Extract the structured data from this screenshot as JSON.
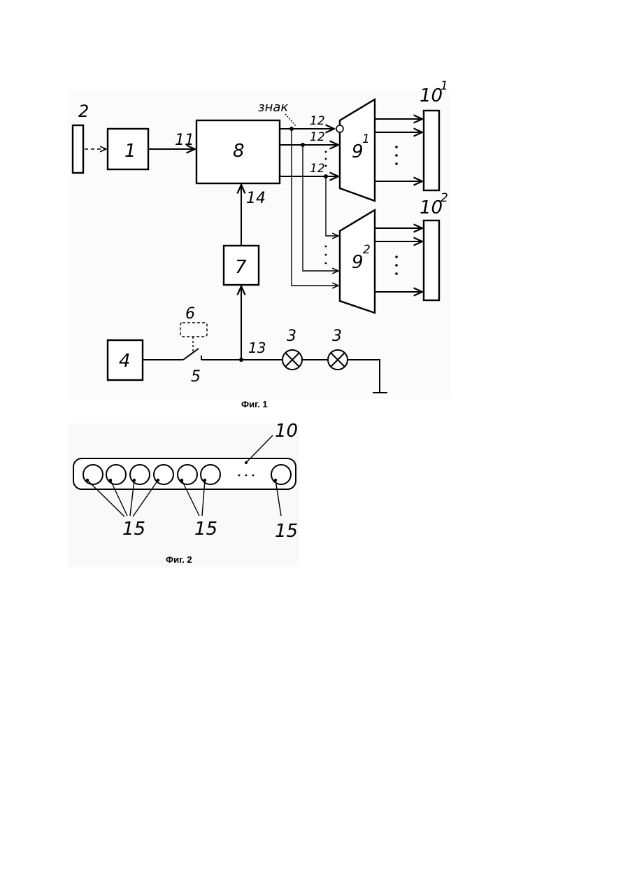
{
  "fig1": {
    "caption": "Фиг. 1",
    "labels": {
      "sensor": "2",
      "block1": "1",
      "block8": "8",
      "block7": "7",
      "block4": "4",
      "relay": "6",
      "switch": "5",
      "lamp_a": "3",
      "lamp_b": "3",
      "bus11": "11",
      "bus14": "14",
      "bus13": "13",
      "sign": "знак",
      "bus12_a": "12",
      "bus12_b": "12",
      "bus12_c": "12",
      "decoder1": "9",
      "decoder1_sup": "1",
      "decoder2": "9",
      "decoder2_sup": "2",
      "indicator1": "10",
      "indicator1_sup": "1",
      "indicator2": "10",
      "indicator2_sup": "2"
    }
  },
  "fig2": {
    "caption": "Фиг. 2",
    "labels": {
      "panel": "10",
      "cells_a": "15",
      "cells_b": "15",
      "cells_c": "15"
    }
  }
}
